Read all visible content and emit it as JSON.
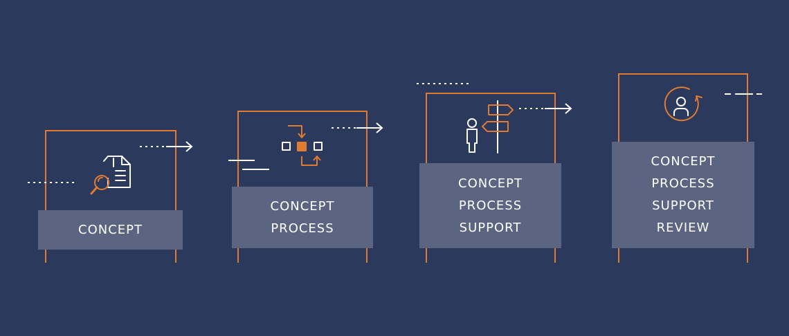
{
  "colors": {
    "background": "#2b3a5c",
    "accent": "#e07b32",
    "label_box": "#5b6581",
    "text": "#ffffff"
  },
  "stages": [
    {
      "icon": "document-search-icon",
      "lines": [
        "CONCEPT"
      ]
    },
    {
      "icon": "process-flow-icon",
      "lines": [
        "CONCEPT",
        "PROCESS"
      ]
    },
    {
      "icon": "person-signpost-icon",
      "lines": [
        "CONCEPT",
        "PROCESS",
        "SUPPORT"
      ]
    },
    {
      "icon": "user-review-icon",
      "lines": [
        "CONCEPT",
        "PROCESS",
        "SUPPORT",
        "REVIEW"
      ]
    }
  ]
}
